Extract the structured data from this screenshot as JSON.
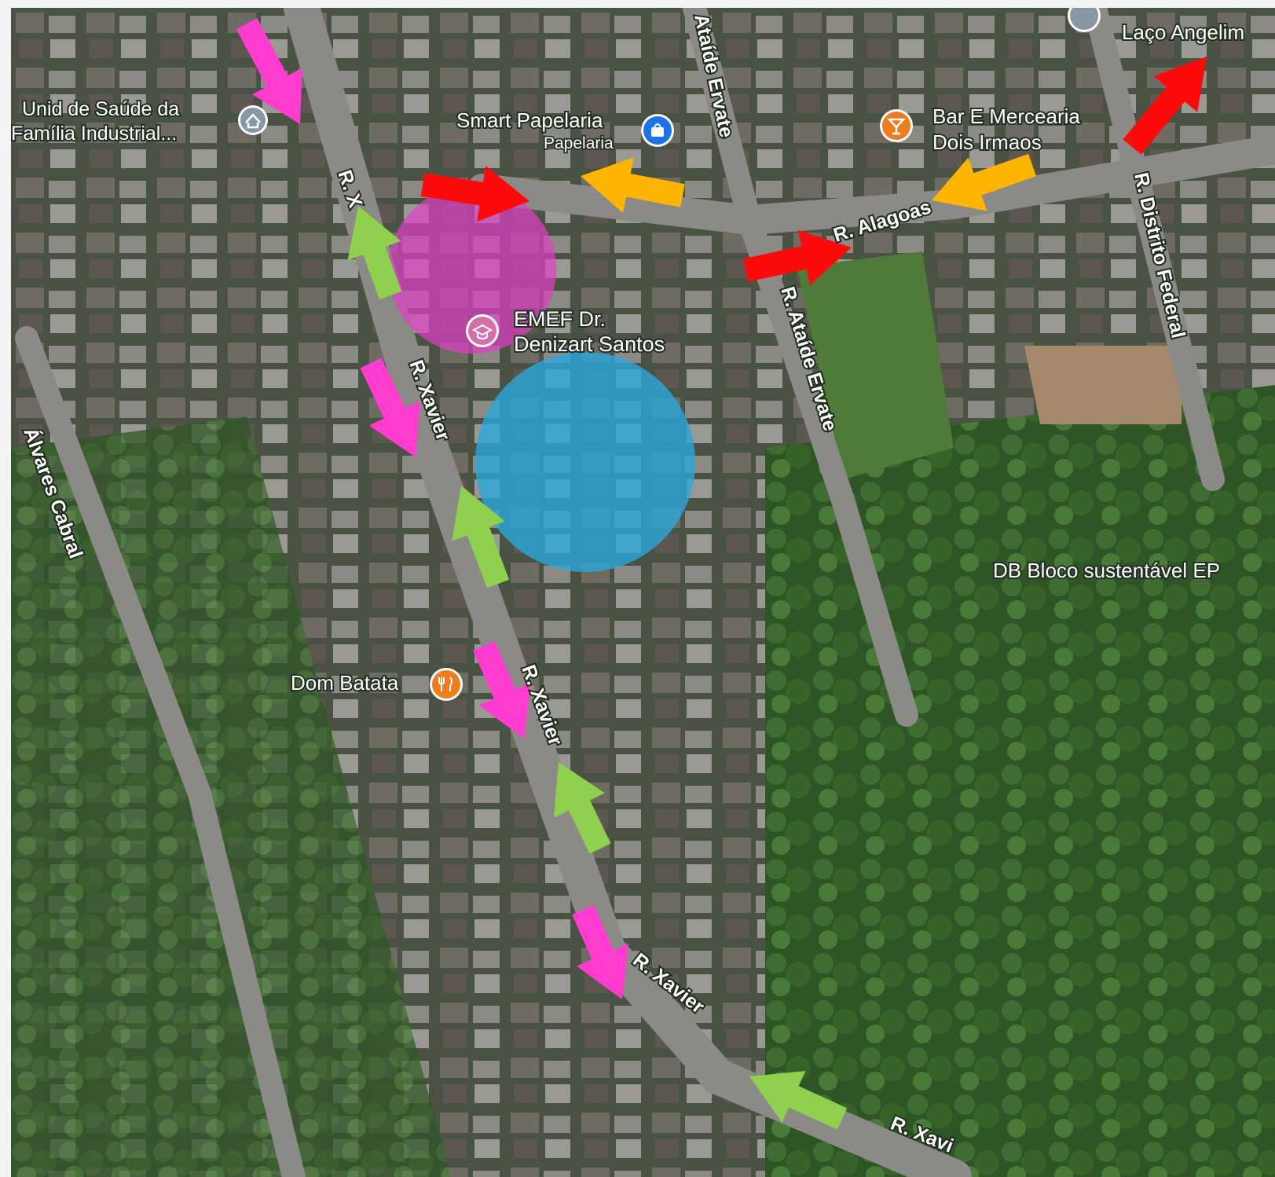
{
  "map": {
    "streets": [
      {
        "id": "ataide-top",
        "label": "Ataíde Ervate"
      },
      {
        "id": "alagoas",
        "label": "R. Alagoas"
      },
      {
        "id": "distrito-federal",
        "label": "R. Distrito Federal"
      },
      {
        "id": "ataide-mid",
        "label": "R. Ataíde Ervate"
      },
      {
        "id": "xavier-top",
        "label": "R. X"
      },
      {
        "id": "xavier-mid",
        "label": "R. Xavier"
      },
      {
        "id": "xavier-low",
        "label": "R. Xavier"
      },
      {
        "id": "xavier-lower",
        "label": "R. Xavier"
      },
      {
        "id": "xavier-bottom",
        "label": "R. Xavi"
      },
      {
        "id": "alvares",
        "label": "Álvares Cabral"
      }
    ],
    "pois": [
      {
        "id": "unid-saude",
        "name": "Unid de Saúde da Família Industrial...",
        "line1": "Unid de Saúde da",
        "line2": "Família Industrial...",
        "icon": "hospital-icon",
        "color": "#8797a3"
      },
      {
        "id": "smart-papelaria",
        "name": "Smart Papelaria",
        "category": "Papelaria",
        "icon": "shopping-bag-icon",
        "color": "#1a73e8"
      },
      {
        "id": "bar-mercearia",
        "name": "Bar E Mercearia Dois Irmaos",
        "line1": "Bar E Mercearia",
        "line2": "Dois Irmaos",
        "icon": "cocktail-icon",
        "color": "#f07c20"
      },
      {
        "id": "laco-angelim",
        "name": "Laço Angelim",
        "icon": "place-icon",
        "color": "#8797a3"
      },
      {
        "id": "emef",
        "name": "EMEF Dr. Denizart Santos",
        "line1": "EMEF Dr.",
        "line2": "Denizart Santos",
        "icon": "school-icon",
        "color": "#d46fa9"
      },
      {
        "id": "dom-batata",
        "name": "Dom Batata",
        "icon": "restaurant-icon",
        "color": "#f07c20"
      },
      {
        "id": "db-bloco",
        "name": "DB Bloco sustentável EP"
      }
    ],
    "highlights": [
      {
        "id": "magenta-zone",
        "color": "#e040c8",
        "opacity": 0.7
      },
      {
        "id": "blue-zone",
        "color": "#29a8dc",
        "opacity": 0.8
      }
    ],
    "arrow_colors": {
      "magenta": "#ff3bd0",
      "green": "#8fd14f",
      "red": "#ff0a0a",
      "orange": "#ffb400"
    }
  }
}
